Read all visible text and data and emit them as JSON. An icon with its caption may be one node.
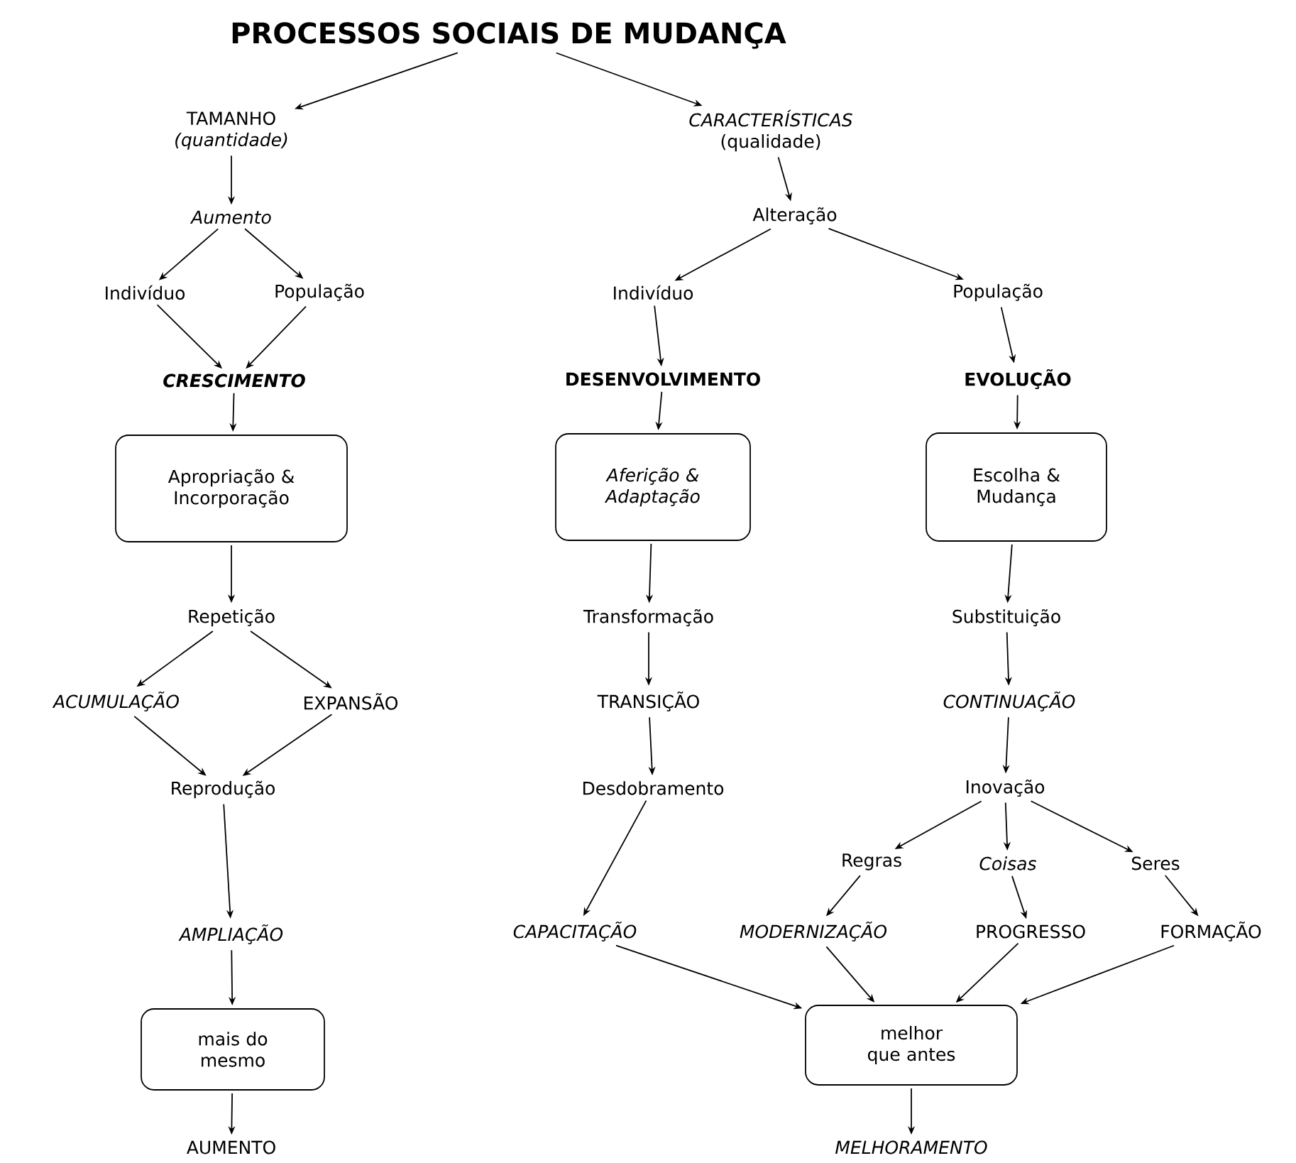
{
  "diagram": {
    "nodes": [
      {
        "text": [
          "PROCESSOS SOCIAIS DE MUDANÇA"
        ]
      },
      {
        "text": [
          "TAMANHO",
          "(quantidade)"
        ]
      },
      {
        "text": [
          "CARACTERÍSTICAS",
          "(qualidade)"
        ]
      },
      {
        "text": [
          "Aumento"
        ]
      },
      {
        "text": [
          "Alteração"
        ]
      },
      {
        "text": [
          "Indivíduo"
        ]
      },
      {
        "text": [
          "População"
        ]
      },
      {
        "text": [
          "Indivíduo"
        ]
      },
      {
        "text": [
          "População"
        ]
      },
      {
        "text": [
          "CRESCIMENTO"
        ]
      },
      {
        "text": [
          "DESENVOLVIMENTO"
        ]
      },
      {
        "text": [
          "EVOLUÇÃO"
        ]
      },
      {
        "text": [
          "Apropriação & Incorporação"
        ]
      },
      {
        "text": [
          "Aferição & Adaptação"
        ]
      },
      {
        "text": [
          "Escolha & Mudança"
        ]
      },
      {
        "text": [
          "Repetição"
        ]
      },
      {
        "text": [
          "Transformação"
        ]
      },
      {
        "text": [
          "Substituição"
        ]
      },
      {
        "text": [
          "ACUMULAÇÃO"
        ]
      },
      {
        "text": [
          "EXPANSÃO"
        ]
      },
      {
        "text": [
          "TRANSIÇÃO"
        ]
      },
      {
        "text": [
          "CONTINUAÇÃO"
        ]
      },
      {
        "text": [
          "Reprodução"
        ]
      },
      {
        "text": [
          "Desdobramento"
        ]
      },
      {
        "text": [
          "Inovação"
        ]
      },
      {
        "text": [
          "Regras"
        ]
      },
      {
        "text": [
          "Coisas"
        ]
      },
      {
        "text": [
          "Seres"
        ]
      },
      {
        "text": [
          "AMPLIAÇÃO"
        ]
      },
      {
        "text": [
          "CAPACITAÇÃO"
        ]
      },
      {
        "text": [
          "MODERNIZAÇÃO"
        ]
      },
      {
        "text": [
          "PROGRESSO"
        ]
      },
      {
        "text": [
          "FORMAÇÃO"
        ]
      },
      {
        "text": [
          "mais do mesmo"
        ]
      },
      {
        "text": [
          "melhor que antes"
        ]
      },
      {
        "text": [
          "AUMENTO"
        ]
      },
      {
        "text": [
          "MELHORAMENTO"
        ]
      }
    ],
    "edges": [
      {
        "from": 0,
        "to": 1,
        "arrow": "to"
      },
      {
        "from": 0,
        "to": 2,
        "arrow": "to"
      },
      {
        "from": 1,
        "to": 3,
        "arrow": "to"
      },
      {
        "from": 2,
        "to": 4,
        "arrow": "to"
      },
      {
        "from": 3,
        "to": 5,
        "arrow": "to"
      },
      {
        "from": 3,
        "to": 6,
        "arrow": "to"
      },
      {
        "from": 4,
        "to": 7,
        "arrow": "to"
      },
      {
        "from": 4,
        "to": 8,
        "arrow": "to"
      },
      {
        "from": 5,
        "to": 9,
        "arrow": "to"
      },
      {
        "from": 6,
        "to": 9,
        "arrow": "to"
      },
      {
        "from": 7,
        "to": 10,
        "arrow": "to"
      },
      {
        "from": 8,
        "to": 11,
        "arrow": "to"
      },
      {
        "from": 9,
        "to": 12,
        "arrow": "to"
      },
      {
        "from": 10,
        "to": 13,
        "arrow": "to"
      },
      {
        "from": 11,
        "to": 14,
        "arrow": "to"
      },
      {
        "from": 12,
        "to": 15,
        "arrow": "to"
      },
      {
        "from": 13,
        "to": 16,
        "arrow": "to"
      },
      {
        "from": 14,
        "to": 17,
        "arrow": "to"
      },
      {
        "from": 15,
        "to": 18,
        "arrow": "to"
      },
      {
        "from": 15,
        "to": 19,
        "arrow": "to"
      },
      {
        "from": 16,
        "to": 20,
        "arrow": "to"
      },
      {
        "from": 17,
        "to": 21,
        "arrow": "to"
      },
      {
        "from": 18,
        "to": 22,
        "arrow": "to"
      },
      {
        "from": 19,
        "to": 22,
        "arrow": "to"
      },
      {
        "from": 20,
        "to": 23,
        "arrow": "to"
      },
      {
        "from": 21,
        "to": 24,
        "arrow": "to"
      },
      {
        "from": 22,
        "to": 28,
        "arrow": "to"
      },
      {
        "from": 23,
        "to": 29,
        "arrow": "to"
      },
      {
        "from": 24,
        "to": 25,
        "arrow": "to"
      },
      {
        "from": 24,
        "to": 26,
        "arrow": "to"
      },
      {
        "from": 24,
        "to": 27,
        "arrow": "to"
      },
      {
        "from": 25,
        "to": 30,
        "arrow": "to"
      },
      {
        "from": 26,
        "to": 31,
        "arrow": "to"
      },
      {
        "from": 27,
        "to": 32,
        "arrow": "to"
      },
      {
        "from": 28,
        "to": 33,
        "arrow": "to"
      },
      {
        "from": 29,
        "to": 34,
        "arrow": "to"
      },
      {
        "from": 30,
        "to": 34,
        "arrow": "to"
      },
      {
        "from": 31,
        "to": 34,
        "arrow": "to"
      },
      {
        "from": 32,
        "to": 34,
        "arrow": "to"
      },
      {
        "from": 33,
        "to": 35,
        "arrow": "to"
      },
      {
        "from": 34,
        "to": 36,
        "arrow": "to"
      }
    ]
  }
}
